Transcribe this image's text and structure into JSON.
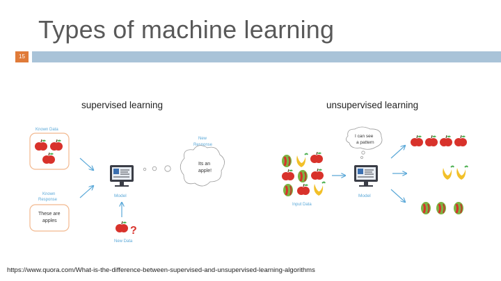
{
  "slide": {
    "title": "Types of machine learning",
    "number": "15"
  },
  "supervised": {
    "heading": "supervised learning",
    "known_data": "Known Data",
    "known_response": "Known\nResponse",
    "these_are_apples": "These are\napples",
    "model": "Model",
    "new_data": "New Data",
    "new_response": "New\nResponse",
    "its_an_apple": "Its an\napple!"
  },
  "unsupervised": {
    "heading": "unsupervised learning",
    "input_data": "Input Data",
    "model": "Model",
    "pattern": "I can see\na pattern"
  },
  "source_url": "https://www.quora.com/What-is-the-difference-between-supervised-and-unsupervised-learning-algorithms",
  "colors": {
    "accent_orange": "#e07b39",
    "rule_blue": "#a9c3d8",
    "arrow_blue": "#5aa8d8",
    "apple_red": "#d8322b",
    "banana_yellow": "#f2c029",
    "guava_green": "#7cb342"
  }
}
